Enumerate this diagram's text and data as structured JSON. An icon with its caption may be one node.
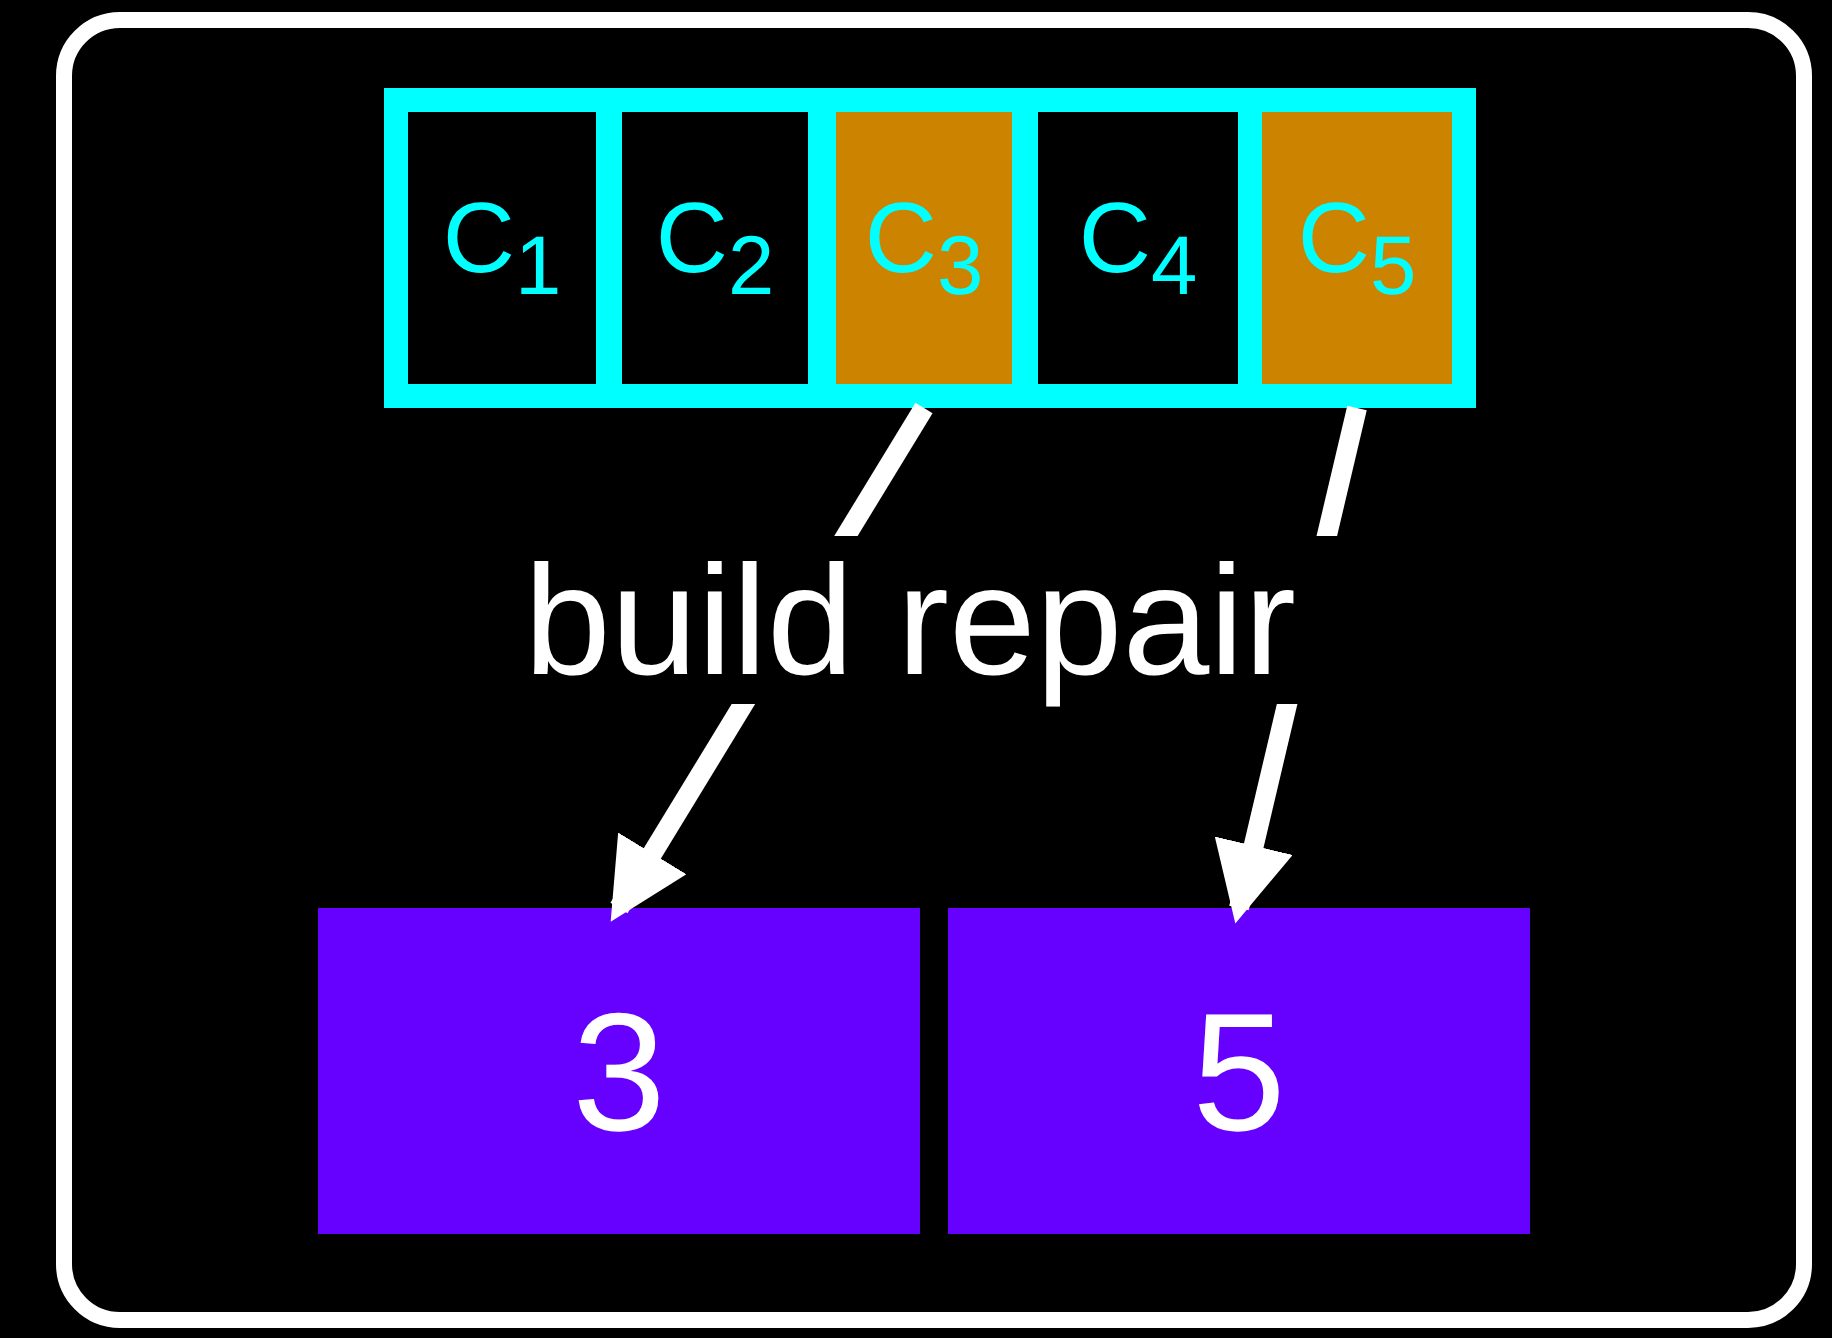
{
  "diagram": {
    "nodes": [
      {
        "text": [],
        "shape": "box"
      },
      {
        "text": [],
        "shape": "box",
        "in": 0
      },
      {
        "text": [
          "C$_{1}$"
        ],
        "in": 1
      },
      {
        "text": [
          "C$_{2}$"
        ],
        "in": 1
      },
      {
        "text": [
          "C$_{3}$"
        ],
        "in": 1
      },
      {
        "text": [
          "C$_{4}$"
        ],
        "in": 1
      },
      {
        "text": [
          "C$_{5}$"
        ],
        "in": 1
      },
      {
        "text": [
          "3"
        ],
        "in": 0
      },
      {
        "text": [
          "5"
        ],
        "in": 0
      }
    ],
    "edges": [
      {
        "from": 4,
        "to": 7,
        "arrow": "to"
      },
      {
        "from": 6,
        "to": 8,
        "arrow": "to"
      }
    ],
    "labels": [
      "build repair"
    ]
  }
}
